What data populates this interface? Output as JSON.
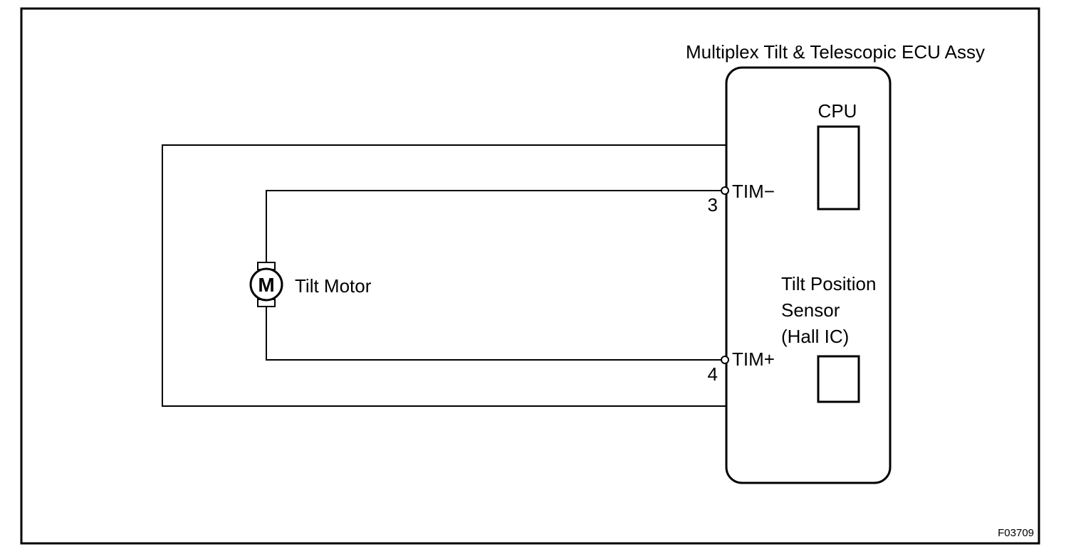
{
  "ecu": {
    "title": "Multiplex Tilt & Telescopic ECU Assy",
    "cpu_label": "CPU",
    "sensor_label_lines": [
      "Tilt Position",
      "Sensor",
      "(Hall IC)"
    ]
  },
  "motor": {
    "symbol": "M",
    "label": "Tilt Motor"
  },
  "terminals": [
    {
      "name": "TIM−",
      "pin": "3"
    },
    {
      "name": "TIM+",
      "pin": "4"
    }
  ],
  "figure_code": "F03709"
}
